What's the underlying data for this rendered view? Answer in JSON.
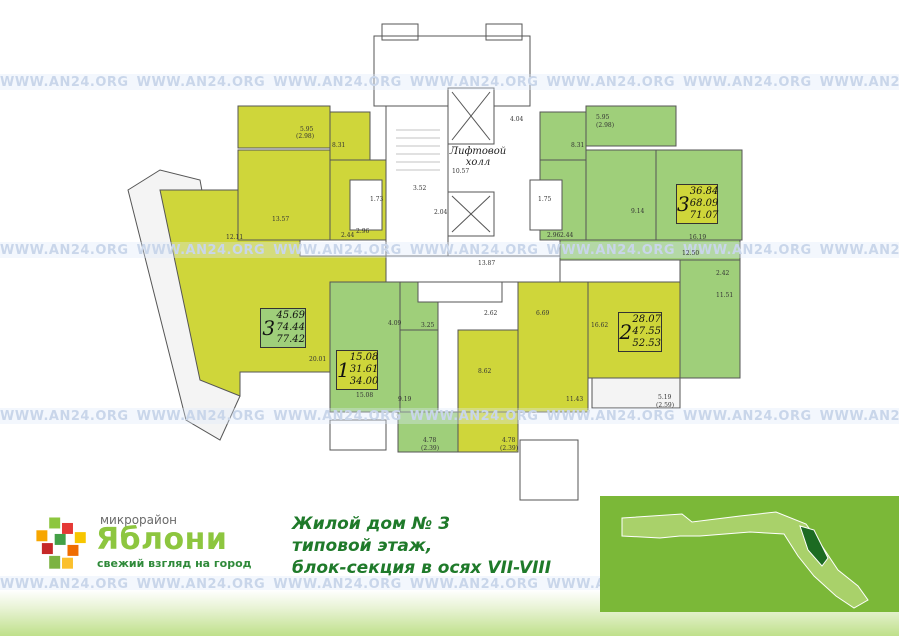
{
  "watermark": {
    "text": "WWW.AN24.ORG"
  },
  "brand": {
    "prefix": "микрорайон",
    "name": "Яблони",
    "slogan": "свежий взгляд на город"
  },
  "title": {
    "line1": "Жилой дом № 3",
    "line2": "типовой этаж,",
    "line3": "блок-секция в осях VII-VIII"
  },
  "hall": {
    "line1": "Лифтовой",
    "line2": "холл"
  },
  "apartments": [
    {
      "id": "apt-1",
      "rooms": "1",
      "v1": "15.08",
      "v2": "31.61",
      "v3": "34.00"
    },
    {
      "id": "apt-2",
      "rooms": "2",
      "v1": "28.07",
      "v2": "47.55",
      "v3": "52.53"
    },
    {
      "id": "apt-3a",
      "rooms": "3",
      "v1": "36.84",
      "v2": "68.09",
      "v3": "71.07"
    },
    {
      "id": "apt-3b",
      "rooms": "3",
      "v1": "45.69",
      "v2": "74.44",
      "v3": "77.42"
    }
  ],
  "dims": [
    "5.95",
    "5.95",
    "(2.98)",
    "(2.98)",
    "8.31",
    "8.31",
    "4.04",
    "10.57",
    "3.52",
    "2.04",
    "13.87",
    "13.57",
    "12.11",
    "2.44",
    "2.96",
    "9.14",
    "16.19",
    "2.42",
    "11.51",
    "4.09",
    "3.25",
    "2.62",
    "6.69",
    "16.62",
    "8.62",
    "11.43",
    "15.08",
    "9.19",
    "20.01",
    "5.19",
    "(2.59)",
    "4.78",
    "(2.39)",
    "4.78",
    "(2.39)",
    "12.50",
    "1.73",
    "1.75",
    "2.96",
    "2.44"
  ],
  "colors": {
    "lime": "#cfd63a",
    "green": "#9fcf7a",
    "wall": "#555555",
    "brand": "#8dc63f",
    "dark": "#1f7a2a"
  }
}
